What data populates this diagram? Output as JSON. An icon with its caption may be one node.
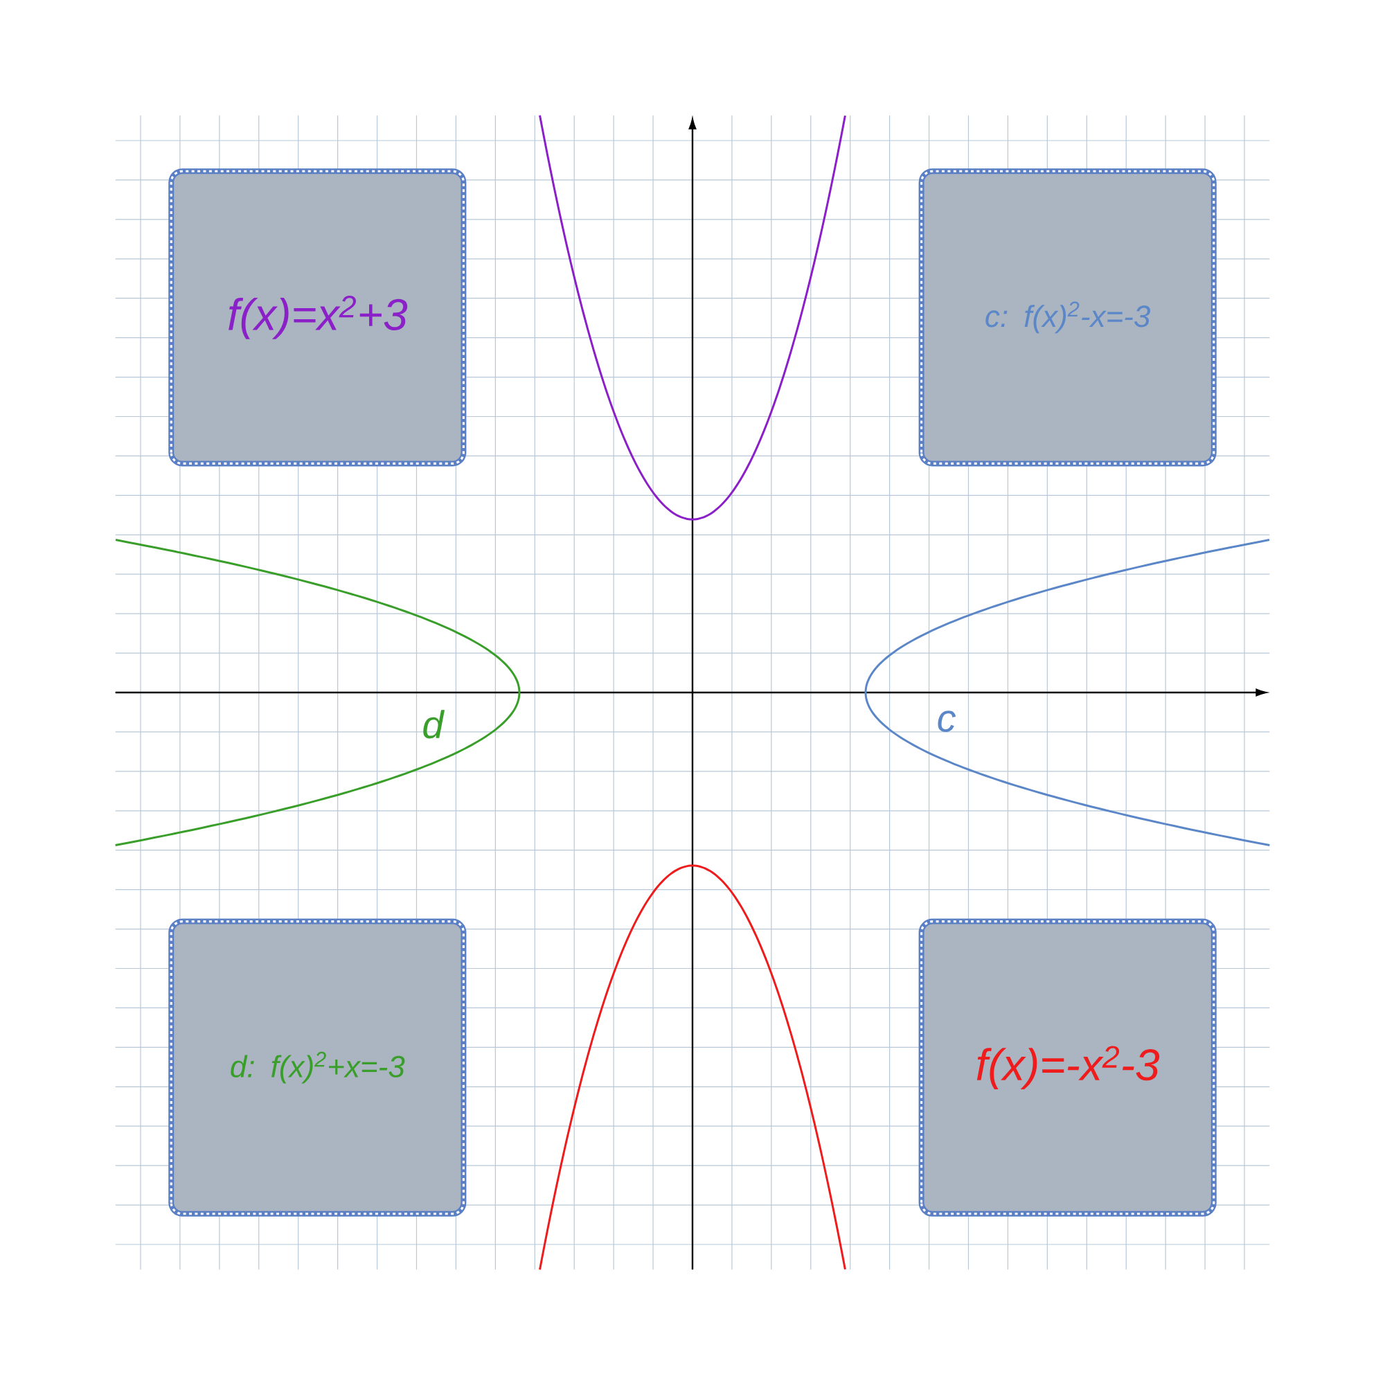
{
  "diagram": {
    "nodes": [
      {
        "text": [
          "f(x)=x$^{2}$+3"
        ]
      },
      {
        "text": [
          "c: f(x)$^{2}$-x=-3"
        ]
      },
      {
        "text": [
          "d: f(x)$^{2}$+x=-3"
        ]
      },
      {
        "text": [
          "f(x)=-x$^{2}$-3"
        ]
      }
    ],
    "labels": [
      "d",
      "c"
    ]
  }
}
